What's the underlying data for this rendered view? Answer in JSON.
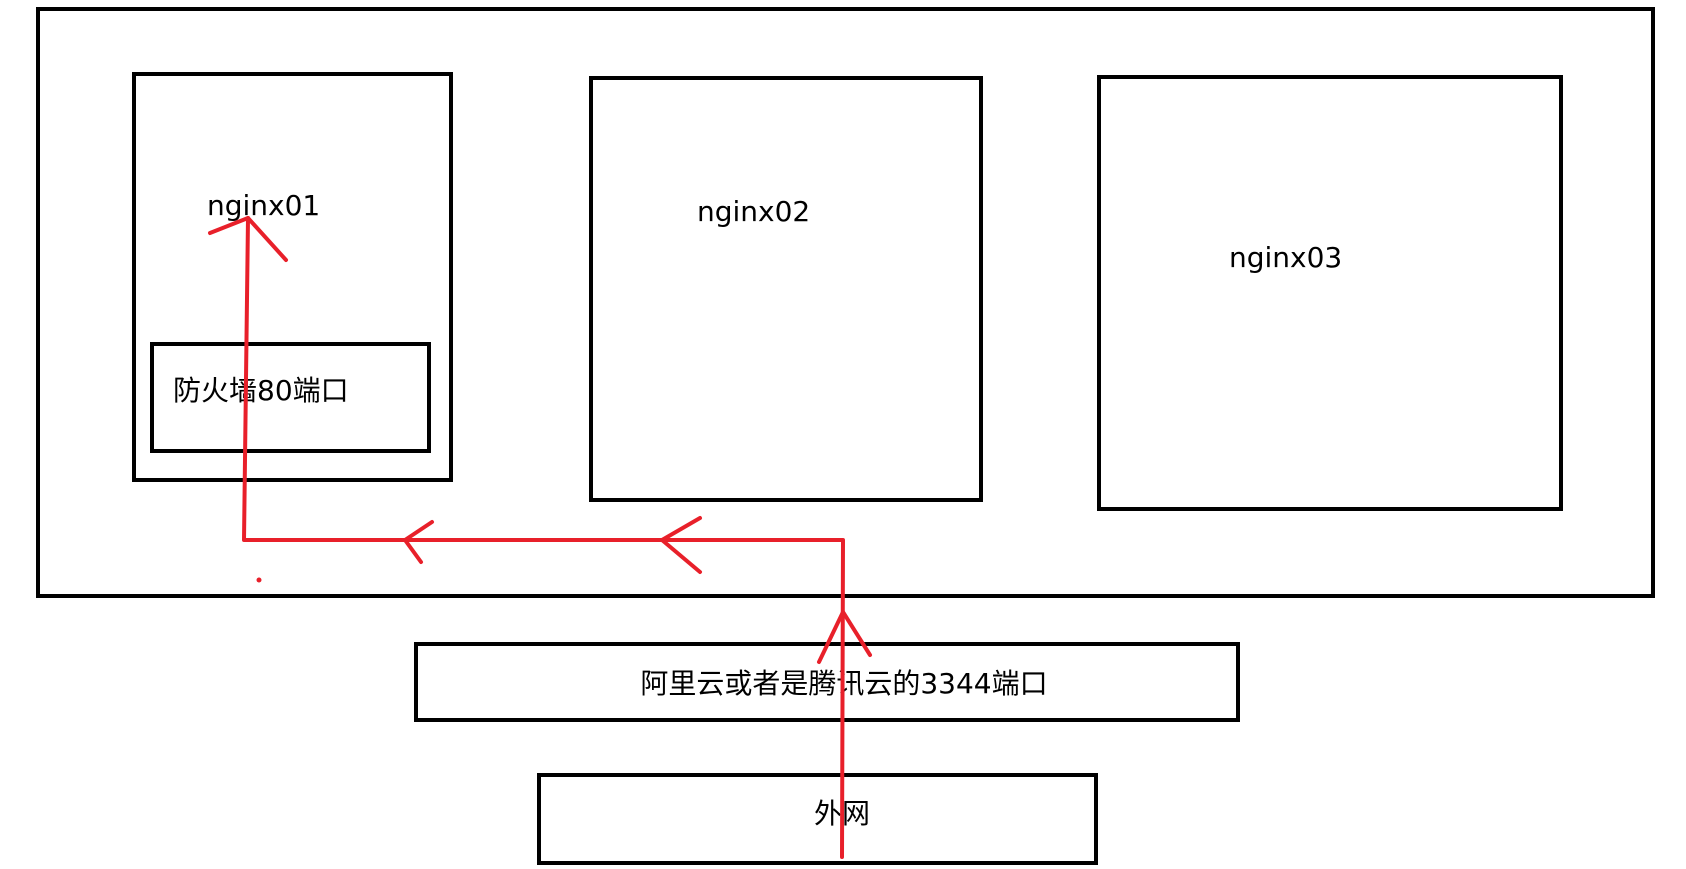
{
  "diagram": {
    "nodes": {
      "nginx01": {
        "label": "nginx01"
      },
      "nginx02": {
        "label": "nginx02"
      },
      "nginx03": {
        "label": "nginx03"
      },
      "firewall": {
        "label": "防火墙80端口"
      },
      "cloud_port": {
        "label": "阿里云或者是腾讯云的3344端口"
      },
      "internet": {
        "label": "外网"
      }
    },
    "colors": {
      "box_border": "#000000",
      "text": "#000000",
      "flow_path": "#e8202a"
    }
  }
}
